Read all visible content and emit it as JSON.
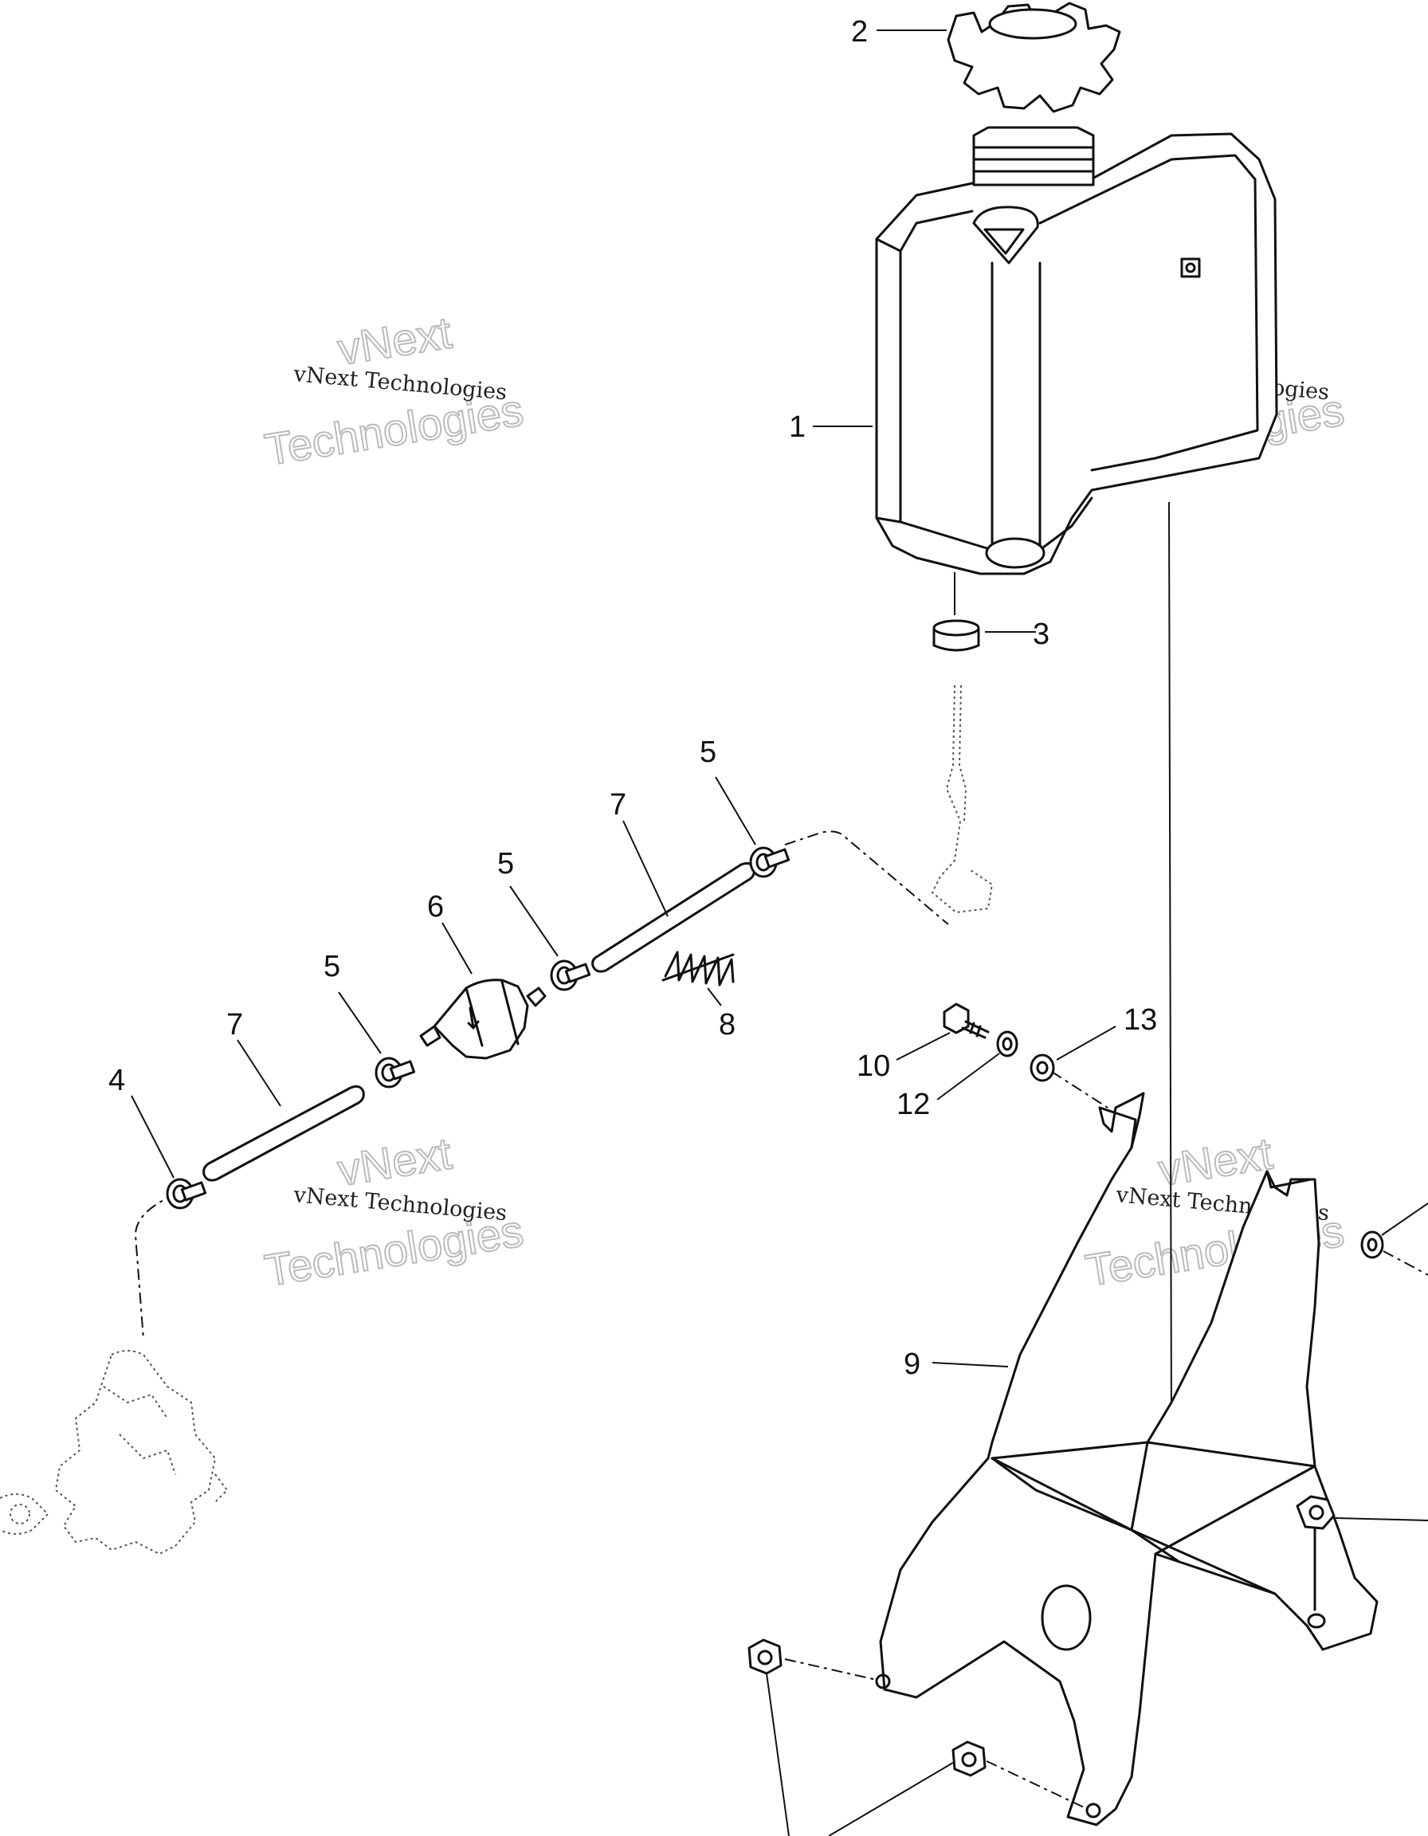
{
  "callouts": {
    "c1": "1",
    "c2": "2",
    "c3": "3",
    "c4": "4",
    "c5a": "5",
    "c5b": "5",
    "c5c": "5",
    "c6": "6",
    "c7a": "7",
    "c7b": "7",
    "c8": "8",
    "c9": "9",
    "c10": "10",
    "c12": "12",
    "c13": "13"
  },
  "watermark": {
    "line_small": "vNext Technologies",
    "line_big_1": "vNext",
    "line_big_2": "Technologies"
  },
  "colors": {
    "ink": "#111111",
    "watermark": "#bbbbbb",
    "background": "#ffffff"
  }
}
